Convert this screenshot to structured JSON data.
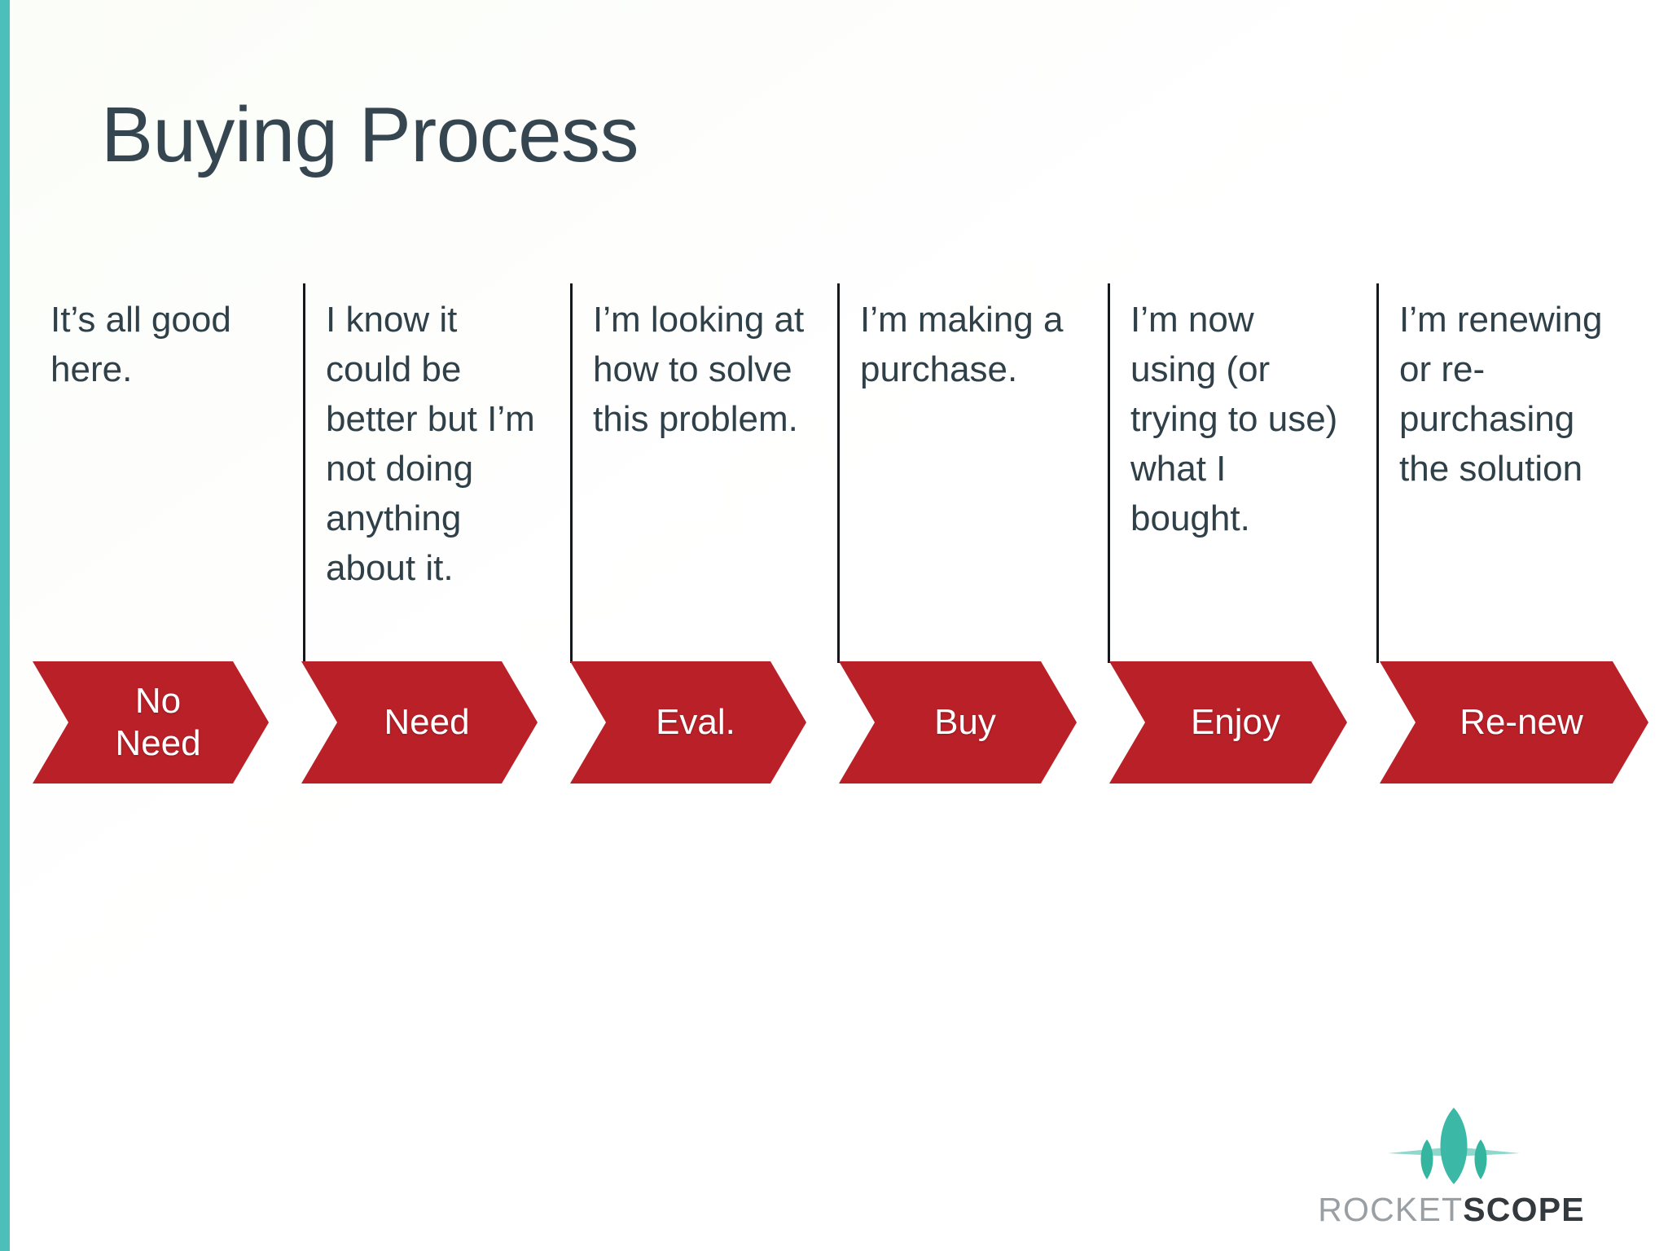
{
  "slide": {
    "title": "Buying Process",
    "accent_color": "#4cbfba",
    "title_color": "#364650",
    "body_text_color": "#2f4049",
    "chevron_color": "#b92028",
    "chevron_label_color": "#ffffff",
    "divider_color": "#14181b",
    "background_color": "#ffffff"
  },
  "stages": [
    {
      "label": "No\nNeed",
      "description": "It’s all good here.",
      "has_divider": false
    },
    {
      "label": "Need",
      "description": "I know it could be better but I’m not doing anything about it.",
      "has_divider": true
    },
    {
      "label": "Eval.",
      "description": "I’m looking at how to solve this problem.",
      "has_divider": true
    },
    {
      "label": "Buy",
      "description": "I’m making a purchase.",
      "has_divider": true
    },
    {
      "label": "Enjoy",
      "description": "I’m now using (or trying to use) what I bought.",
      "has_divider": true
    },
    {
      "label": "Re-new",
      "description": "I’m renewing or re-purchasing the solution",
      "has_divider": true
    }
  ],
  "logo": {
    "mark_name": "rocket-icon",
    "mark_color": "#3cb6a4",
    "word_primary": "ROCKET",
    "word_secondary": "SCOPE"
  }
}
